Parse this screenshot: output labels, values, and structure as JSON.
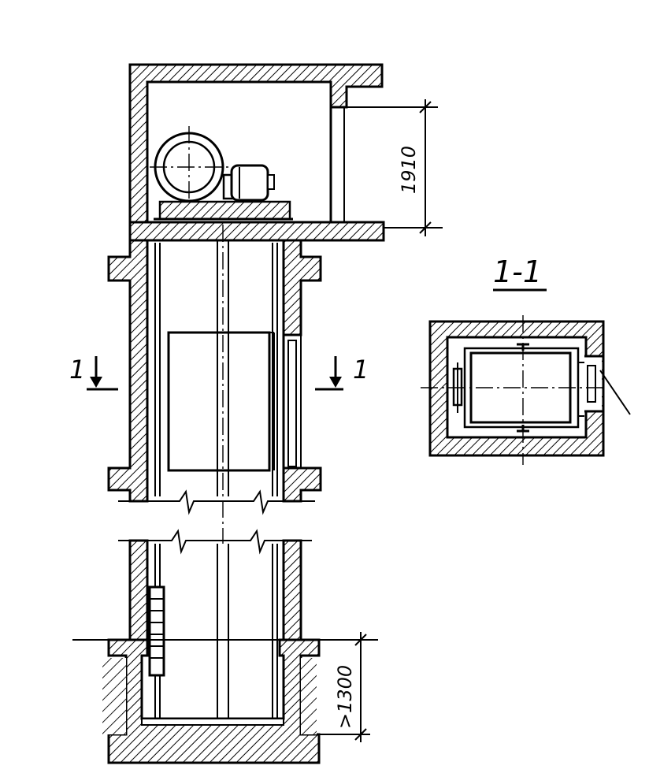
{
  "dimensions": {
    "machine_room_height": "1910",
    "pit_depth": ">1300"
  },
  "section_marks": {
    "left_label": "1",
    "right_label": "1",
    "section_title": "1-1"
  },
  "colors": {
    "ink": "#000000",
    "paper": "#ffffff"
  }
}
